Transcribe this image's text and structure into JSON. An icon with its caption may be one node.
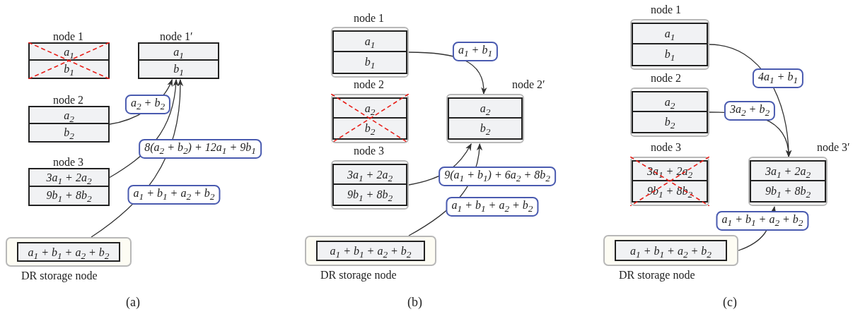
{
  "diagram": {
    "nodes": [
      {
        "text": [
          "node 1",
          "a$_{1}$",
          "b$_{1}$"
        ]
      },
      {
        "text": [
          "node 1′",
          "a$_{1}$",
          "b$_{1}$"
        ]
      },
      {
        "text": [
          "node 2",
          "a$_{2}$",
          "b$_{2}$"
        ]
      },
      {
        "text": [
          "node 3",
          "3a$_{1}$ + 2a$_{2}$",
          "9b$_{1}$ + 8b$_{2}$"
        ]
      },
      {
        "text": [
          "a$_{1}$ + b$_{1}$ + a$_{2}$ + b$_{2}$"
        ],
        "beside": [
          "DR storage node"
        ]
      },
      {
        "text": [
          "node 1",
          "a$_{1}$",
          "b$_{1}$"
        ]
      },
      {
        "text": [
          "node 2",
          "a$_{2}$",
          "b$_{2}$"
        ]
      },
      {
        "text": [
          "node 2′",
          "a$_{2}$",
          "b$_{2}$"
        ]
      },
      {
        "text": [
          "node 3",
          "3a$_{1}$ + 2a$_{2}$",
          "9b$_{1}$ + 8b$_{2}$"
        ]
      },
      {
        "text": [
          "a$_{1}$ + b$_{1}$ + a$_{2}$ + b$_{2}$"
        ],
        "beside": [
          "DR storage node"
        ]
      },
      {
        "text": [
          "node 1",
          "a$_{1}$",
          "b$_{1}$"
        ]
      },
      {
        "text": [
          "node 2",
          "a$_{2}$",
          "b$_{2}$"
        ]
      },
      {
        "text": [
          "node 3",
          "3a$_{1}$ + 2a$_{2}$",
          "9b$_{1}$ + 8b$_{2}$"
        ]
      },
      {
        "text": [
          "node 3′",
          "3a$_{1}$ + 2a$_{2}$",
          "9b$_{1}$ + 8b$_{2}$"
        ]
      },
      {
        "text": [
          "a$_{1}$ + b$_{1}$ + a$_{2}$ + b$_{2}$"
        ],
        "beside": [
          "DR storage node"
        ]
      }
    ],
    "edges": [
      {
        "from": 2,
        "to": 1,
        "arrow": "to",
        "label": "a$_{2}$ + b$_{2}$"
      },
      {
        "from": 3,
        "to": 1,
        "arrow": "to",
        "label": "8(a$_{2}$ + b$_{2}$) + 12a$_{1}$ + 9b$_{1}$"
      },
      {
        "from": 4,
        "to": 1,
        "arrow": "to",
        "label": "a$_{1}$ + b$_{1}$ + a$_{2}$ + b$_{2}$"
      },
      {
        "from": 5,
        "to": 7,
        "arrow": "to",
        "label": "a$_{1}$ + b$_{1}$"
      },
      {
        "from": 8,
        "to": 7,
        "arrow": "to",
        "label": "9(a$_{1}$ + b$_{1}$) + 6a$_{2}$ + 8b$_{2}$"
      },
      {
        "from": 9,
        "to": 7,
        "arrow": "to",
        "label": "a$_{1}$ + b$_{1}$ + a$_{2}$ + b$_{2}$"
      },
      {
        "from": 10,
        "to": 13,
        "arrow": "to",
        "label": "4a$_{1}$ + b$_{1}$"
      },
      {
        "from": 11,
        "to": 13,
        "arrow": "to",
        "label": "3a$_{2}$ + b$_{2}$"
      },
      {
        "from": 14,
        "to": 13,
        "arrow": "to",
        "label": "a$_{1}$ + b$_{1}$ + a$_{2}$ + b$_{2}$"
      }
    ],
    "labels": [
      "(a)",
      "(b)",
      "(c)"
    ]
  }
}
